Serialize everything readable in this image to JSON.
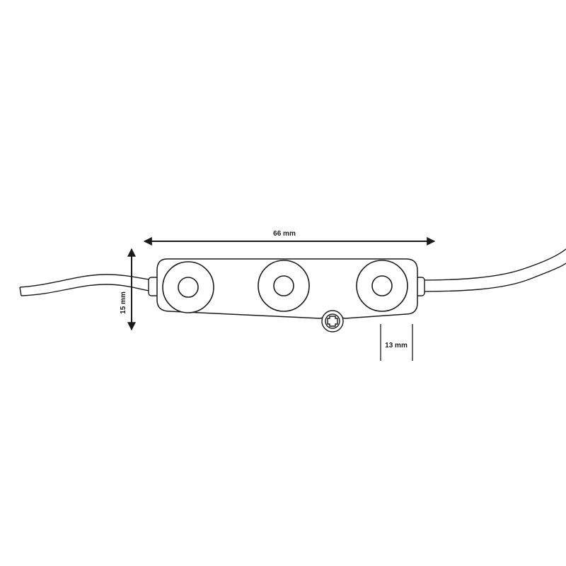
{
  "dimensions": {
    "length": "66 mm",
    "height": "15 mm",
    "pitch": "13 mm"
  },
  "module": {
    "led_count": 3,
    "screw_icon": "phillips-screw-icon"
  },
  "colors": {
    "line": "#1a1a1a",
    "background": "#ffffff"
  }
}
